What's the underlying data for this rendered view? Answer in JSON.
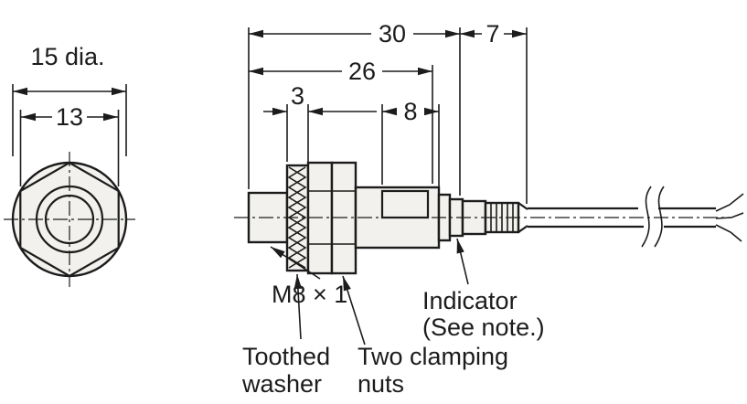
{
  "figure": {
    "type": "dimensional-drawing",
    "front_view": {
      "dim_outer_diameter": "15 dia.",
      "dim_across_flats": "13"
    },
    "side_view": {
      "dim_body_length": "30",
      "dim_rear_length": "7",
      "dim_thread_length": "26",
      "dim_washer_thickness": "3",
      "dim_indicator_length": "8",
      "thread_label": "M8 × 1",
      "washer_label_line1": "Toothed",
      "washer_label_line2": "washer",
      "nuts_label_line1": "Two clamping",
      "nuts_label_line2": "nuts",
      "indicator_label_line1": "Indicator",
      "indicator_label_line2": "(See note.)"
    },
    "colors": {
      "line": "#1c1c1c",
      "fill": "#f3f1ed",
      "background": "#ffffff"
    }
  }
}
